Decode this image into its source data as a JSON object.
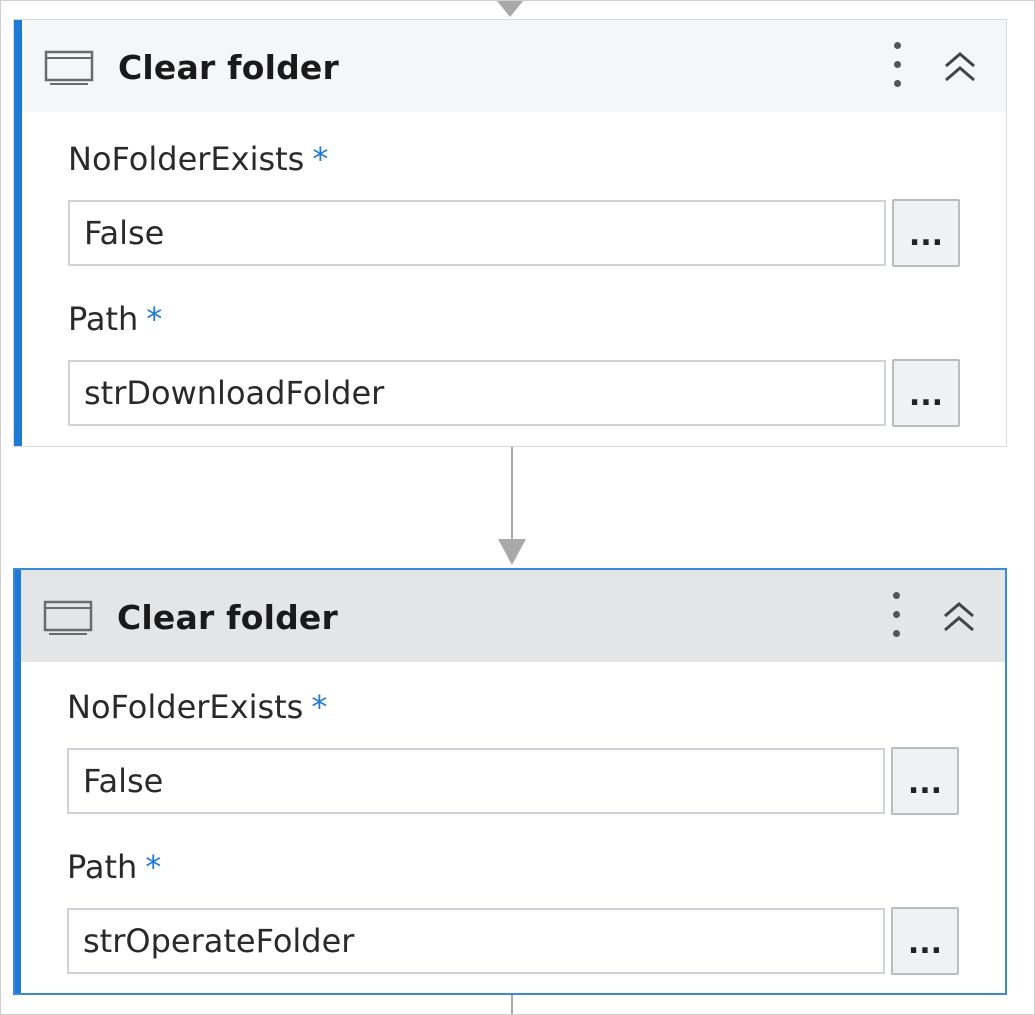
{
  "activities": [
    {
      "title": "Clear folder",
      "icon": "window-icon",
      "selected": false,
      "fields": [
        {
          "label": "NoFolderExists",
          "required_mark": "*",
          "value": "False",
          "button_label": "..."
        },
        {
          "label": "Path",
          "required_mark": "*",
          "value": "strDownloadFolder",
          "button_label": "..."
        }
      ]
    },
    {
      "title": "Clear folder",
      "icon": "window-icon",
      "selected": true,
      "fields": [
        {
          "label": "NoFolderExists",
          "required_mark": "*",
          "value": "False",
          "button_label": "..."
        },
        {
          "label": "Path",
          "required_mark": "*",
          "value": "strOperateFolder",
          "button_label": "..."
        }
      ]
    }
  ],
  "colors": {
    "accent": "#1f7ad6",
    "connector": "#a9a9a9",
    "selected_border": "#3b8ad8"
  }
}
